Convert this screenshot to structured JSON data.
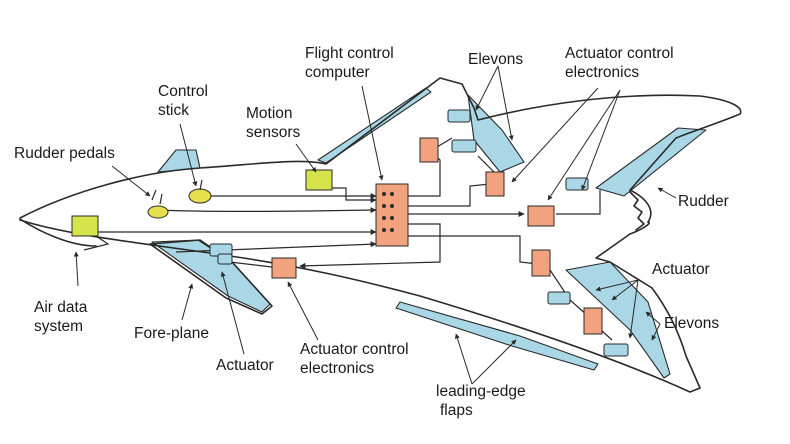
{
  "labels": {
    "flight_control_computer": [
      "Flight control",
      "computer"
    ],
    "elevons_top": "Elevons",
    "ace_top": [
      "Actuator control",
      "electronics"
    ],
    "control_stick": [
      "Control",
      "stick"
    ],
    "motion_sensors": [
      "Motion",
      "sensors"
    ],
    "rudder_pedals": "Rudder pedals",
    "rudder": "Rudder",
    "actuator_right": "Actuator",
    "elevons_bottom": "Elevons",
    "air_data_system": [
      "Air data",
      "system"
    ],
    "fore_plane": "Fore-plane",
    "actuator_bottom": "Actuator",
    "ace_bottom": [
      "Actuator control",
      "electronics"
    ],
    "leading_edge_flaps": [
      "leading-edge",
      "flaps"
    ]
  },
  "colors": {
    "control_surface": "#a9d7e6",
    "electronics_box": "#f2a27e",
    "sensor_box": "#d7e34a",
    "outline": "#2a2a2a"
  }
}
